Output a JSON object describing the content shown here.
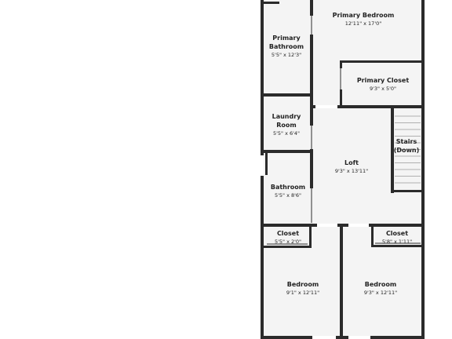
{
  "floor_plan": {
    "rooms": [
      {
        "id": "primary-bedroom",
        "name": [
          "Primary Bedroom"
        ],
        "dims": "12'11\" x 17'0\""
      },
      {
        "id": "primary-bathroom",
        "name": [
          "Primary",
          "Bathroom"
        ],
        "dims": "5'5\" x 12'3\""
      },
      {
        "id": "primary-closet",
        "name": [
          "Primary Closet"
        ],
        "dims": "9'3\" x 5'0\""
      },
      {
        "id": "laundry-room",
        "name": [
          "Laundry",
          "Room"
        ],
        "dims": "5'5\" x 6'4\""
      },
      {
        "id": "stairs",
        "name": [
          "Stairs",
          "(Down)"
        ],
        "dims": ""
      },
      {
        "id": "loft",
        "name": [
          "Loft"
        ],
        "dims": "9'3\" x 13'11\""
      },
      {
        "id": "bathroom",
        "name": [
          "Bathroom"
        ],
        "dims": "5'5\" x 8'6\""
      },
      {
        "id": "closet-left",
        "name": [
          "Closet"
        ],
        "dims": "5'5\" x 2'0\""
      },
      {
        "id": "closet-right",
        "name": [
          "Closet"
        ],
        "dims": "5'8\" x 1'11\""
      },
      {
        "id": "bedroom-left",
        "name": [
          "Bedroom"
        ],
        "dims": "9'1\" x 12'11\""
      },
      {
        "id": "bedroom-right",
        "name": [
          "Bedroom"
        ],
        "dims": "9'3\" x 12'11\""
      }
    ]
  }
}
